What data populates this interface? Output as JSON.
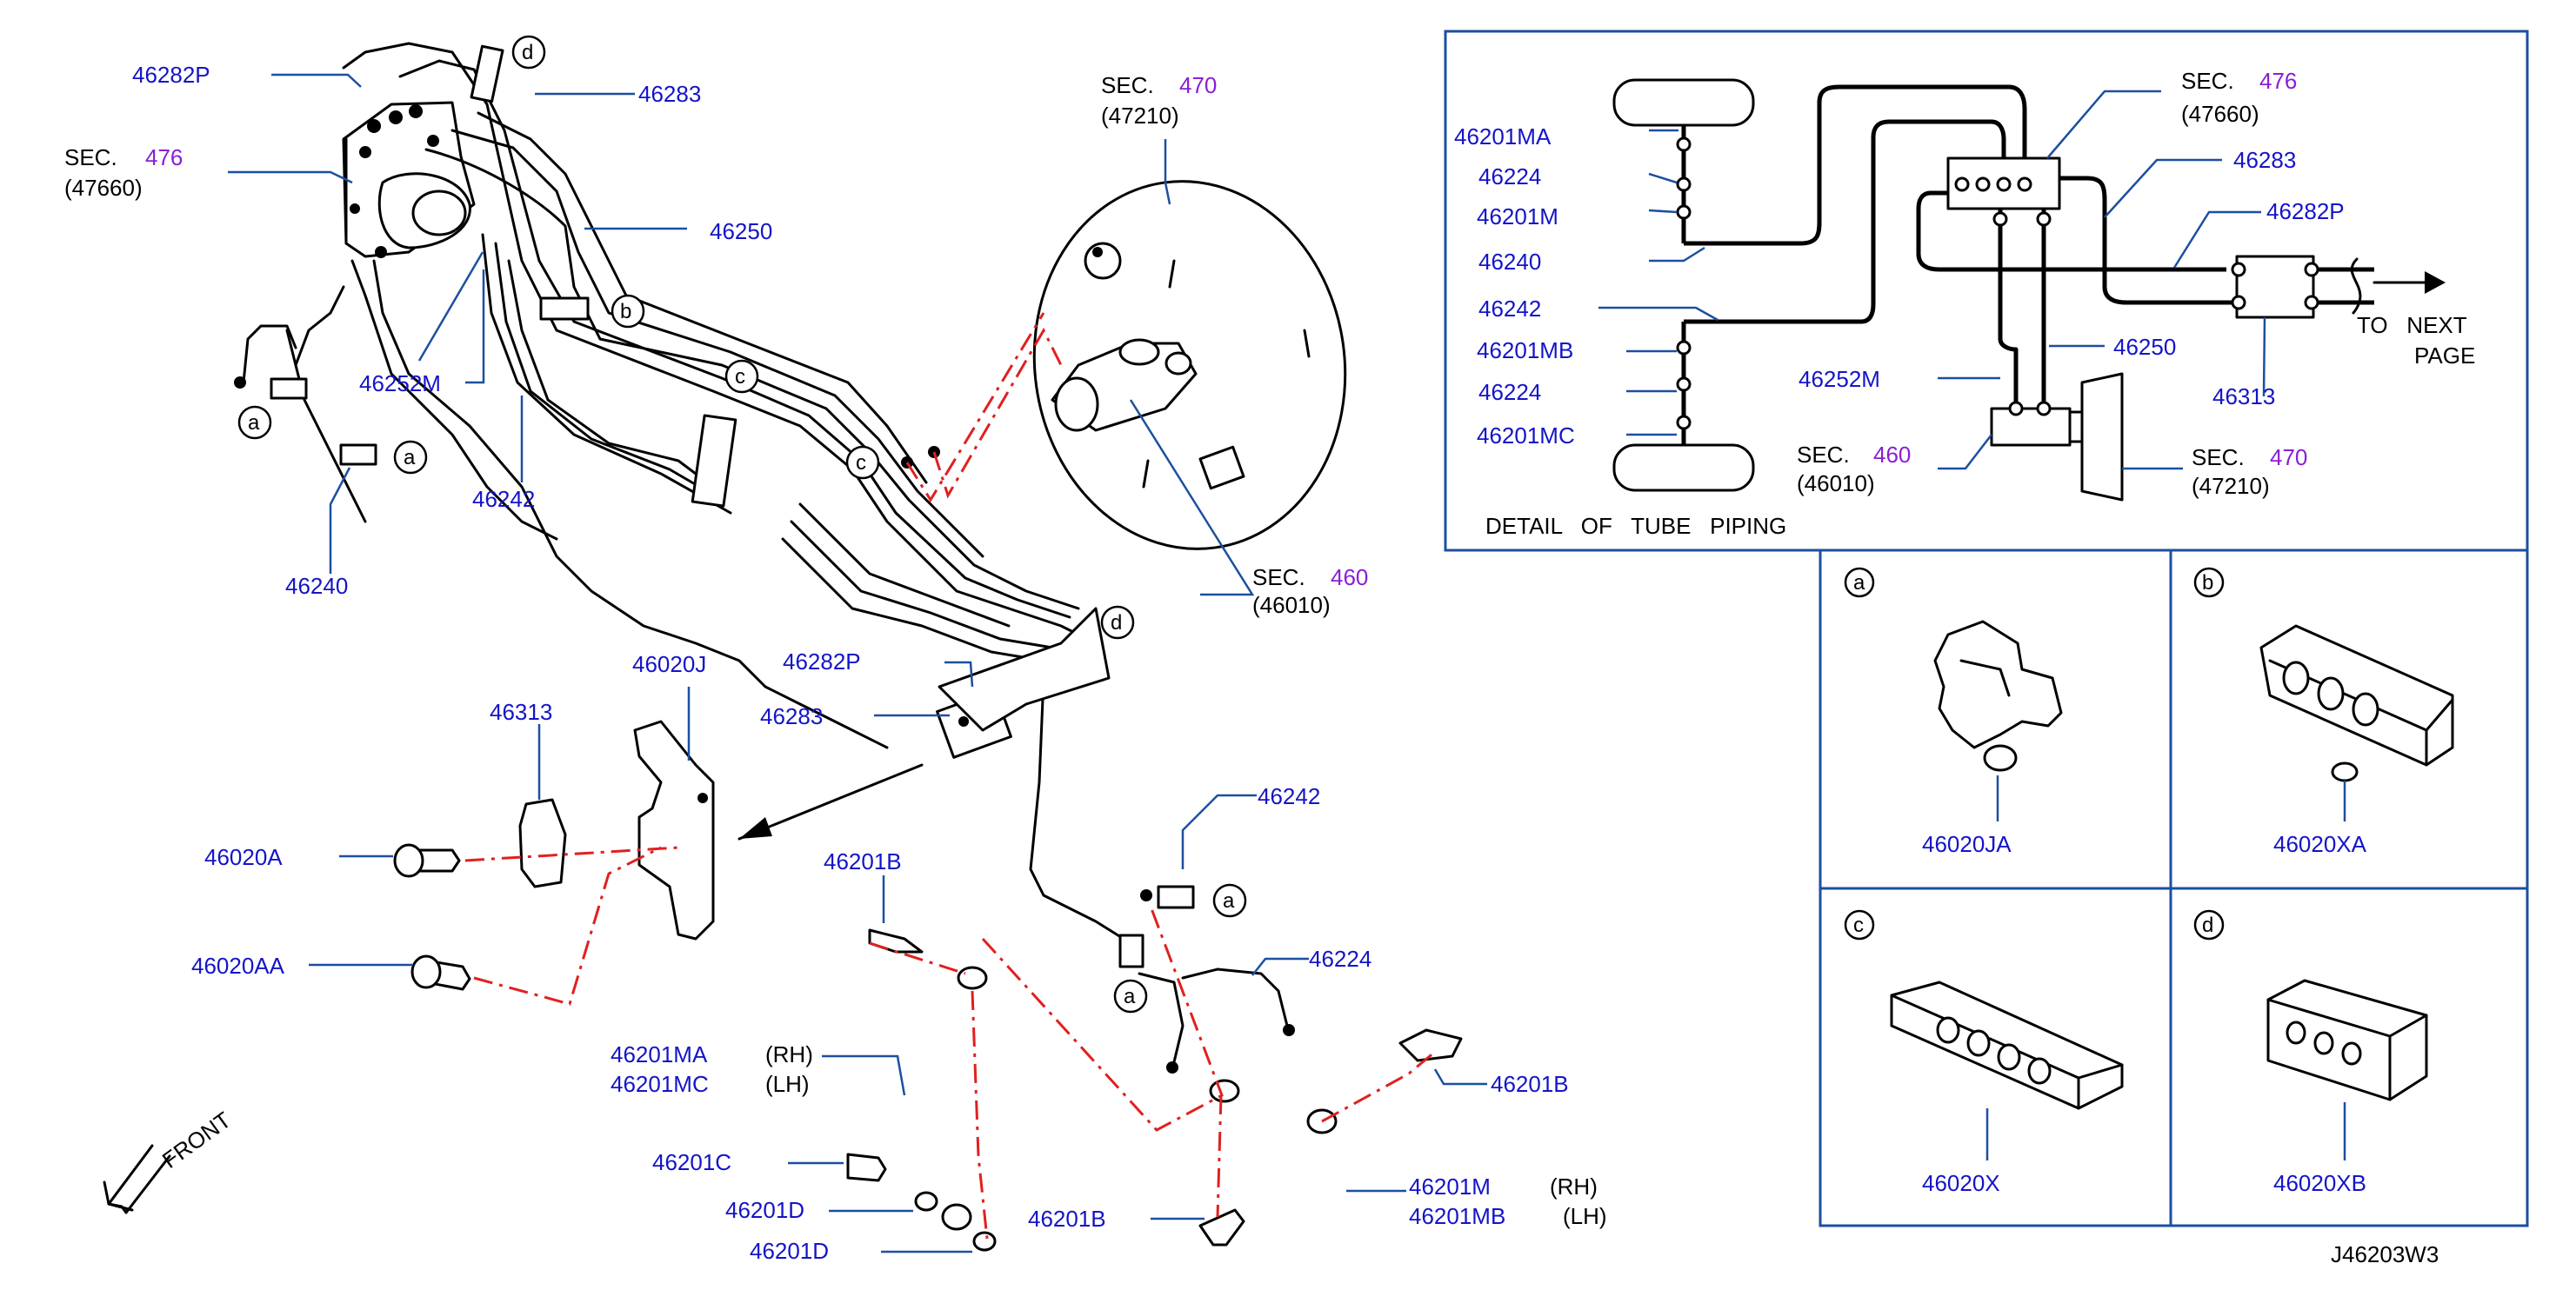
{
  "diagram_id": "J46203W3",
  "labels": {
    "p46282P_top": "46282P",
    "sec476_a": "SEC.",
    "sec476_b": "476",
    "sec476_c": "(47660)",
    "p46283_top": "46283",
    "p46250": "46250",
    "p46252M": "46252M",
    "p46242_left": "46242",
    "p46240": "46240",
    "sec470_a": "SEC.",
    "sec470_b": "470",
    "sec470_c": "(47210)",
    "sec460_a": "SEC.",
    "sec460_b": "460",
    "sec460_c": "(46010)",
    "p46282P_mid": "46282P",
    "p46283_mid": "46283",
    "p46020J": "46020J",
    "p46313": "46313",
    "p46020A": "46020A",
    "p46020AA": "46020AA",
    "p46201B_a": "46201B",
    "p46242_right": "46242",
    "p46224": "46224",
    "p46201B_b": "46201B",
    "p46201MA": "46201MA",
    "rh_a": "(RH)",
    "p46201MC": "46201MC",
    "lh_a": "(LH)",
    "p46201C": "46201C",
    "p46201D_a": "46201D",
    "p46201D_b": "46201D",
    "p46201B_c": "46201B",
    "p46201M": "46201M",
    "rh_b": "(RH)",
    "p46201MB": "46201MB",
    "lh_b": "(LH)",
    "front": "FRONT"
  },
  "callouts": [
    "a",
    "b",
    "c",
    "d"
  ],
  "detail": {
    "title": "DETAIL   OF   TUBE   PIPING",
    "left_labels": [
      "46201MA",
      "46224",
      "46201M",
      "46240",
      "46242",
      "46201MB",
      "46224",
      "46201MC"
    ],
    "sec476_a": "SEC.",
    "sec476_b": "476",
    "sec476_c": "(47660)",
    "p46283": "46283",
    "p46282P": "46282P",
    "to_next": "TO   NEXT",
    "page": "PAGE",
    "p46313": "46313",
    "p46250": "46250",
    "p46252M": "46252M",
    "sec460_a": "SEC.",
    "sec460_b": "460",
    "sec460_c": "(46010)",
    "sec470_a": "SEC.",
    "sec470_b": "470",
    "sec470_c": "(47210)"
  },
  "clips": [
    {
      "letter": "a",
      "part": "46020JA"
    },
    {
      "letter": "b",
      "part": "46020XA"
    },
    {
      "letter": "c",
      "part": "46020X"
    },
    {
      "letter": "d",
      "part": "46020XB"
    }
  ],
  "colors": {
    "part_number": "#1414c8",
    "section_number": "#8a1ed6",
    "leader": "#1c4fa0",
    "centerline": "#e02020"
  }
}
